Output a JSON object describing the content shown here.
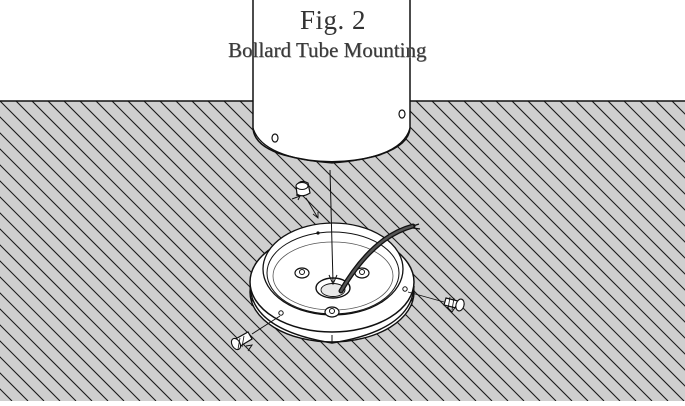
{
  "figure": {
    "title": "Fig. 2",
    "subtitle": "Bollard Tube Mounting"
  },
  "colors": {
    "ground": "#cfcfcf",
    "hatch": "#1a1a1a",
    "line": "#111111",
    "paper": "#ffffff"
  },
  "parts": [
    "bollard-tube",
    "mounting-base",
    "center-bolt",
    "anchor-bolt",
    "hole-plug",
    "power-cable",
    "mounting-screw"
  ]
}
